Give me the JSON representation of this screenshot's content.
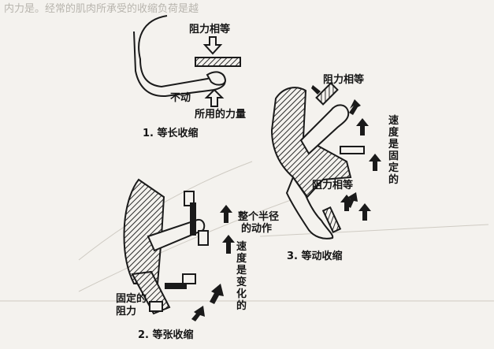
{
  "top_fragment": "内力是。经常的肌肉所承受的收缩负荷是越",
  "panel1": {
    "resistance_label": "阻力相等",
    "static_label": "不动",
    "force_label": "所用的力量",
    "caption": "1. 等长收缩"
  },
  "panel2": {
    "speed_label": "速度是变化的",
    "fixed_label_line1": "固定的",
    "fixed_label_line2": "阻力",
    "caption": "2. 等张收缩"
  },
  "panel3": {
    "resistance_top_label": "阻力相等",
    "speed_label": "速度是固定的",
    "resistance_mid_label": "阻力相等",
    "radius_label_line1": "整个半径",
    "radius_label_line2": "的动作",
    "caption": "3. 等动收缩"
  },
  "colors": {
    "ink": "#1a1a1a",
    "paper": "#f4f2ee",
    "hatch": "#2a2a2a"
  }
}
